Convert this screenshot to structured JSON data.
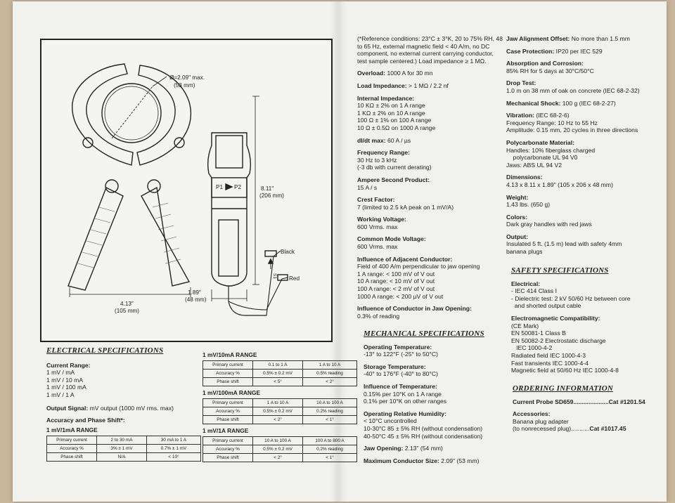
{
  "colors": {
    "paper": "#f1f1ee",
    "ink": "#222222",
    "background": "#c9b79c"
  },
  "diagram": {
    "diameter_label": "Ø=2.09\" max.",
    "diameter_mm": "(53 mm)",
    "width_label": "4.13\"",
    "width_mm": "(105 mm)",
    "height_label": "8.11\"",
    "height_mm": "(206 mm)",
    "thickness_label": "1.89\"",
    "thickness_mm": "(48 mm)",
    "p1": "P1",
    "p2": "P2",
    "black_lead": "Black",
    "red_lead": "Red",
    "lead_marking": "S1"
  },
  "electrical": {
    "heading": "ELECTRICAL SPECIFICATIONS",
    "current_range_title": "Current Range:",
    "current_range": [
      "1 mV / mA",
      "1 mV / 10 mA",
      "1 mV / 100 mA",
      "1 mV / 1 A"
    ],
    "output_signal_label": "Output Signal:",
    "output_signal": " mV output (1000 mV rms. max)",
    "accuracy_title": "Accuracy and Phase Shift*:"
  },
  "ranges": [
    {
      "title": "1 mV/1mA RANGE",
      "rows": [
        [
          "Primary current",
          "2 to 30 mA",
          "30 mA to 1 A"
        ],
        [
          "Accuracy %",
          "3% ± 1 mV",
          "0.7% ± 1 mV"
        ],
        [
          "Phase shift",
          "N/A",
          "< 10°"
        ]
      ]
    },
    {
      "title": "1 mV/10mA RANGE",
      "rows": [
        [
          "Primary current",
          "0.1 to 1 A",
          "1 A to 10 A"
        ],
        [
          "Accuracy %",
          "0.5% ± 0.2 mV",
          "0.5% reading"
        ],
        [
          "Phase shift",
          "< 5°",
          "< 2°"
        ]
      ]
    },
    {
      "title": "1 mV/100mA RANGE",
      "rows": [
        [
          "Primary current",
          "1 A to 10 A",
          "10 A to 100 A"
        ],
        [
          "Accuracy %",
          "0.5% ± 0.2 mV",
          "0.2% reading"
        ],
        [
          "Phase shift",
          "< 2°",
          "< 1°"
        ]
      ]
    },
    {
      "title": "1 mV/1A RANGE",
      "rows": [
        [
          "Primary current",
          "10 A to 100 A",
          "100 A to 800 A"
        ],
        [
          "Accuracy %",
          "0.5% ± 0.2 mV",
          "0.2% reading"
        ],
        [
          "Phase shift",
          "< 2°",
          "< 1°"
        ]
      ]
    }
  ],
  "mid_column": [
    {
      "title": "",
      "lines": [
        "(*Reference conditions: 23°C ± 3°K, 20 to 75% RH, 48",
        "to 65 Hz, external magnetic field < 40 A/m, no DC",
        "component, no external current carrying conductor,",
        "test sample centered.) Load impedance ≥ 1 MΩ."
      ]
    },
    {
      "title": "Overload:",
      "inline": " 1000 A for 30 mn"
    },
    {
      "title": "Load Impedance:",
      "inline": " > 1 MΩ / 2.2 nf"
    },
    {
      "title": "Internal Impedance:",
      "lines": [
        "10 KΩ ± 2% on 1 A range",
        "1 KΩ ± 2% on 10 A range",
        "100 Ω ± 1% on 100 A range",
        "10 Ω ± 0.5Ω on 1000 A range"
      ]
    },
    {
      "title": "dI/dt max:",
      "inline": " 60 A / µs"
    },
    {
      "title": "Frequency Range:",
      "lines": [
        "30 Hz to 3 kHz",
        "(-3 db with current derating)"
      ]
    },
    {
      "title": "Ampere Second Product:",
      "lines": [
        "15 A / s"
      ]
    },
    {
      "title": "Crest Factor:",
      "lines": [
        "7 (limited to 2.5 kA peak on 1 mV/A)"
      ]
    },
    {
      "title": "Working Voltage:",
      "lines": [
        "600 Vrms. max"
      ]
    },
    {
      "title": "Common Mode Voltage:",
      "lines": [
        "600 Vrms. max"
      ]
    },
    {
      "title": "Influence of Adjacent Conductor:",
      "lines": [
        "Field of 400 A/m perpendicular to jaw opening",
        "1 A range: < 100 mV of V out",
        "10 A range: < 10 mV of V out",
        "100 A range: < 2 mV of V out",
        "1000 A range: < 200 µV of V out"
      ]
    },
    {
      "title": "Influence of Conductor in Jaw Opening:",
      "lines": [
        "0.3% of reading"
      ]
    }
  ],
  "mechanical": {
    "heading": "MECHANICAL SPECIFICATIONS",
    "items": [
      {
        "title": "Operating Temperature:",
        "lines": [
          "-13° to 122°F (-25° to 50°C)"
        ]
      },
      {
        "title": "Storage Temperature:",
        "lines": [
          "-40° to 176°F (-40° to 80°C)"
        ]
      },
      {
        "title": "Influence of Temperature:",
        "lines": [
          "0.15% per 10°K on 1 A range",
          "0.1% per 10°K on other ranges"
        ]
      },
      {
        "title": "Operating Relative Humidity:",
        "lines": [
          "< 10°C uncontrolled",
          "10-30°C 85 ± 5% RH (without condensation)",
          "40-50°C 45 ± 5% RH (without condensation)"
        ]
      },
      {
        "title": "Jaw Opening:",
        "inline": " 2.13\" (54 mm)"
      },
      {
        "title": "Maximum Conductor Size:",
        "inline": " 2.09\" (53 mm)"
      }
    ]
  },
  "right_column": [
    {
      "title": "Jaw Alignment Offset:",
      "inline": " No more than 1.5 mm"
    },
    {
      "title": "Case Protection:",
      "inline": " IP20 per IEC 529"
    },
    {
      "title": "Absorption and Corrosion:",
      "lines": [
        "85% RH for 5 days at 30°C/50°C"
      ]
    },
    {
      "title": "Drop Test:",
      "lines": [
        "1.0 m on 38 mm of oak on concrete (IEC 68-2-32)"
      ]
    },
    {
      "title": "Mechanical Shock:",
      "inline": " 100 g (IEC 68-2-27)"
    },
    {
      "title": "Vibration:",
      "inline": " (IEC 68-2-6)",
      "lines": [
        "Frequency Range: 10 Hz to 55 Hz",
        "Amplitude: 0.15 mm, 20 cycles in three directions"
      ]
    },
    {
      "title": "Polycarbonate Material:",
      "lines": [
        "Handles: 10% fiberglass charged",
        "    polycarbonate UL 94 V0",
        "Jaws: ABS UL 94 V2"
      ]
    },
    {
      "title": "Dimensions:",
      "lines": [
        "4.13 x 8.11 x 1.89\" (105 x 206 x 48 mm)"
      ]
    },
    {
      "title": "Weight:",
      "lines": [
        "1.43 lbs. (650 g)"
      ]
    },
    {
      "title": "Colors:",
      "lines": [
        "Dark gray handles with red jaws"
      ]
    },
    {
      "title": "Output:",
      "lines": [
        "Insulated 5 ft. (1.5 m) lead with safety 4mm",
        "banana plugs"
      ]
    }
  ],
  "safety": {
    "heading": "SAFETY SPECIFICATIONS",
    "items": [
      {
        "title": "Electrical:",
        "lines": [
          "- IEC 414 Class I",
          "- Dielectric test: 2 kV 50/60 Hz between core",
          "  and shorted output cable"
        ]
      },
      {
        "title": "Electromagnetic Compatibility:",
        "lines": [
          "(CE Mark)",
          "EN 50081-1 Class B",
          "EN 50082-2 Electrostatic discharge",
          "   IEC 1000-4-2",
          "Radiated field IEC 1000-4-3",
          "Fast transients IEC 1000-4-4",
          "Magnetic field at 50/60 Hz IEC 1000-4-8"
        ]
      }
    ]
  },
  "ordering": {
    "heading": "ORDERING INFORMATION",
    "product_label": "Current Probe SD659",
    "product_cat": "Cat #1201.54",
    "accessories_title": "Accessories:",
    "acc_line1": "Banana plug adapter",
    "acc_line2": "(to nonrecessed plug)",
    "acc_cat": "Cat #1017.45"
  }
}
